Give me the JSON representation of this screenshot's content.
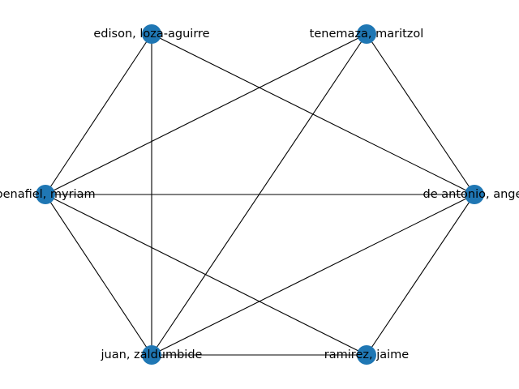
{
  "graph": {
    "node_color": "#1f77b4",
    "edge_color": "#000000",
    "nodes": [
      {
        "id": "edison",
        "label": "edison, loza-aguirre"
      },
      {
        "id": "tenemaza",
        "label": "tenemaza, maritzol"
      },
      {
        "id": "penafiel",
        "label": "penafiel, myriam"
      },
      {
        "id": "deantonio",
        "label": "de antonio, angel"
      },
      {
        "id": "juan",
        "label": "juan, zaldumbide"
      },
      {
        "id": "ramirez",
        "label": "ramirez, jaime"
      }
    ],
    "edges": [
      [
        "edison",
        "penafiel"
      ],
      [
        "edison",
        "juan"
      ],
      [
        "edison",
        "deantonio"
      ],
      [
        "tenemaza",
        "penafiel"
      ],
      [
        "tenemaza",
        "juan"
      ],
      [
        "tenemaza",
        "deantonio"
      ],
      [
        "penafiel",
        "deantonio"
      ],
      [
        "penafiel",
        "juan"
      ],
      [
        "penafiel",
        "ramirez"
      ],
      [
        "deantonio",
        "juan"
      ],
      [
        "deantonio",
        "ramirez"
      ],
      [
        "juan",
        "ramirez"
      ]
    ]
  }
}
